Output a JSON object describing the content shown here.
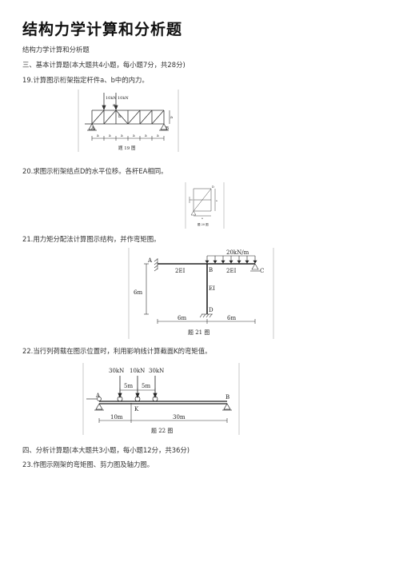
{
  "page": {
    "title": "结构力学计算和分析题",
    "subtitle": "结构力学计算和分析题",
    "section3": "三、基本计算题(本大题共4小题，每小题7分，共28分)",
    "q19": "19.计算图示桁架指定杆件a、b中的内力。",
    "q20": "20.求图示桁架结点D的水平位移。各杆EA相同。",
    "q21": "21.用力矩分配法计算图示结构，并作弯矩图。",
    "q22": "22.当行列荷载在图示位置时，利用影响线计算截面K的弯矩值。",
    "section4": "四、分析计算题(本大题共3小题，每小题12分，共36分)",
    "q23": "23.作图示刚架的弯矩图、剪力图及轴力图。"
  },
  "fig19": {
    "load1": "10kN",
    "load2": "10kN",
    "member_a": "a",
    "member_b": "b",
    "joint_A": "A",
    "joint_B": "B",
    "height_label": "a",
    "panel_labels": [
      "a",
      "a",
      "a",
      "a",
      "a",
      "a"
    ],
    "caption": "题 19 图"
  },
  "fig20": {
    "joint_D": "D",
    "dim_labels": [
      "a",
      "a"
    ],
    "caption": "题 20 图"
  },
  "fig21": {
    "load": "20kN/m",
    "joint_A": "A",
    "joint_B": "B",
    "joint_C": "C",
    "joint_D": "D",
    "ei_ab": "2EI",
    "ei_bc": "2EI",
    "ei_bd": "EI",
    "height": "6m",
    "span_left": "6m",
    "span_right": "6m",
    "caption": "题 21 图"
  },
  "fig22": {
    "loads": [
      "30kN",
      "10kN",
      "30kN"
    ],
    "spacing": [
      "5m",
      "5m"
    ],
    "joint_A": "A",
    "joint_B": "B",
    "section_K": "K",
    "dist_left": "10m",
    "dist_right": "30m",
    "caption": "题 22 图"
  }
}
